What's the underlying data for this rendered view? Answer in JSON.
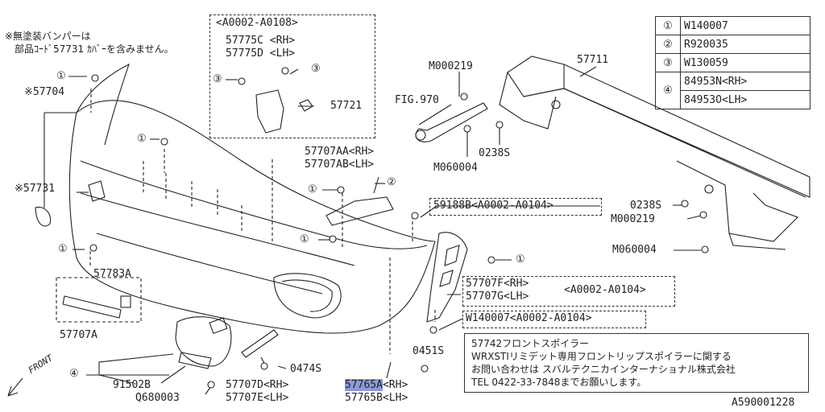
{
  "diagram_id": "A590001228",
  "front_label": "FRONT",
  "bumper_note": {
    "line1": "※無塗装バンパーは",
    "line2": "部品ｺｰﾄﾞ57731 ｶﾊﾞｰを含みません。"
  },
  "legend": [
    {
      "num": "①",
      "part": "W140007"
    },
    {
      "num": "②",
      "part": "R920035"
    },
    {
      "num": "③",
      "part": "W130059"
    },
    {
      "num": "④",
      "part": "84953N<RH>",
      "part2": "84953O<LH>"
    }
  ],
  "labels": {
    "l57704": "※57704",
    "l57731": "※57731",
    "a_range": "<A0002-A0108>",
    "l57775c": "57775C <RH>",
    "l57775d": "57775D <LH>",
    "l57721": "57721",
    "l57707aa": "57707AA<RH>",
    "l57707ab": "57707AB<LH>",
    "l57783a": "57783A",
    "l57707a": "57707A",
    "l91502b": "91502B",
    "lq680003": "Q680003",
    "l57707d": "57707D<RH>",
    "l57707e": "57707E<LH>",
    "l0474s": "0474S",
    "l57765a": "57765A",
    "l57765a_rh": "<RH>",
    "l57765b": "57765B<LH>",
    "l0451s": "0451S",
    "l59188b": "59188B<A0002-A0104>",
    "l57707f": "57707F<RH>",
    "l57707f_range": "<A0002-A0104>",
    "l57707g": "57707G<LH>",
    "lw140007": "W140007<A0002-A0104>",
    "lm000219a": "M000219",
    "lfig970": "FIG.970",
    "l57711": "57711",
    "l0238s_a": "0238S",
    "lm060004_a": "M060004",
    "l0238s_b": "0238S",
    "lm000219b": "M000219",
    "lm060004_b": "M060004"
  },
  "callouts": {
    "c1": "①",
    "c2": "②",
    "c3": "③",
    "c4": "④"
  },
  "note": {
    "line1": "57742フロントスポイラー",
    "line2": "WRXSTIリミデット専用フロントリップスポイラーに関する",
    "line3": "お問い合わせは スバルテクニカインターナショナル株式会社",
    "line4": "TEL 0422-33-7848までお願いします。"
  }
}
